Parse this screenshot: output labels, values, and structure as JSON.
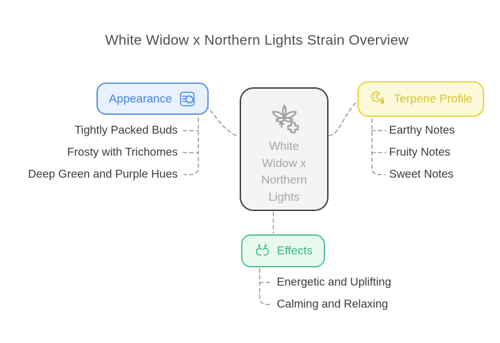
{
  "title": "White Widow x Northern Lights Strain Overview",
  "center_node": {
    "label": "White Widow x Northern Lights",
    "icon": "cannabis-leaf-plus"
  },
  "branches": {
    "appearance": {
      "label": "Appearance",
      "icon": "buds-motion",
      "accent_color": "#3c83ea",
      "border_color": "#5e95ea",
      "background_color": "#e9f1fc",
      "items": [
        "Tightly Packed Buds",
        "Frosty with Trichomes",
        "Deep Green and Purple Hues"
      ]
    },
    "terpene_profile": {
      "label": "Terpene Profile",
      "icon": "citrus-hop",
      "accent_color": "#d7c62f",
      "border_color": "#e5d73e",
      "background_color": "#fcf9da",
      "items": [
        "Earthy Notes",
        "Fruity Notes",
        "Sweet Notes"
      ]
    },
    "effects": {
      "label": "Effects",
      "icon": "energized-mind",
      "accent_color": "#35b97c",
      "border_color": "#52c693",
      "background_color": "#e9f9f0",
      "items": [
        "Energetic and Uplifting",
        "Calming and Relaxing"
      ]
    }
  },
  "style": {
    "connector_color": "#9b9b9b",
    "center_fill": "#f4f4f4",
    "center_border": "#424242",
    "center_text_color": "#a6a6a6",
    "item_text_color": "#3b3b3b",
    "title_color": "#4f4f4f"
  }
}
